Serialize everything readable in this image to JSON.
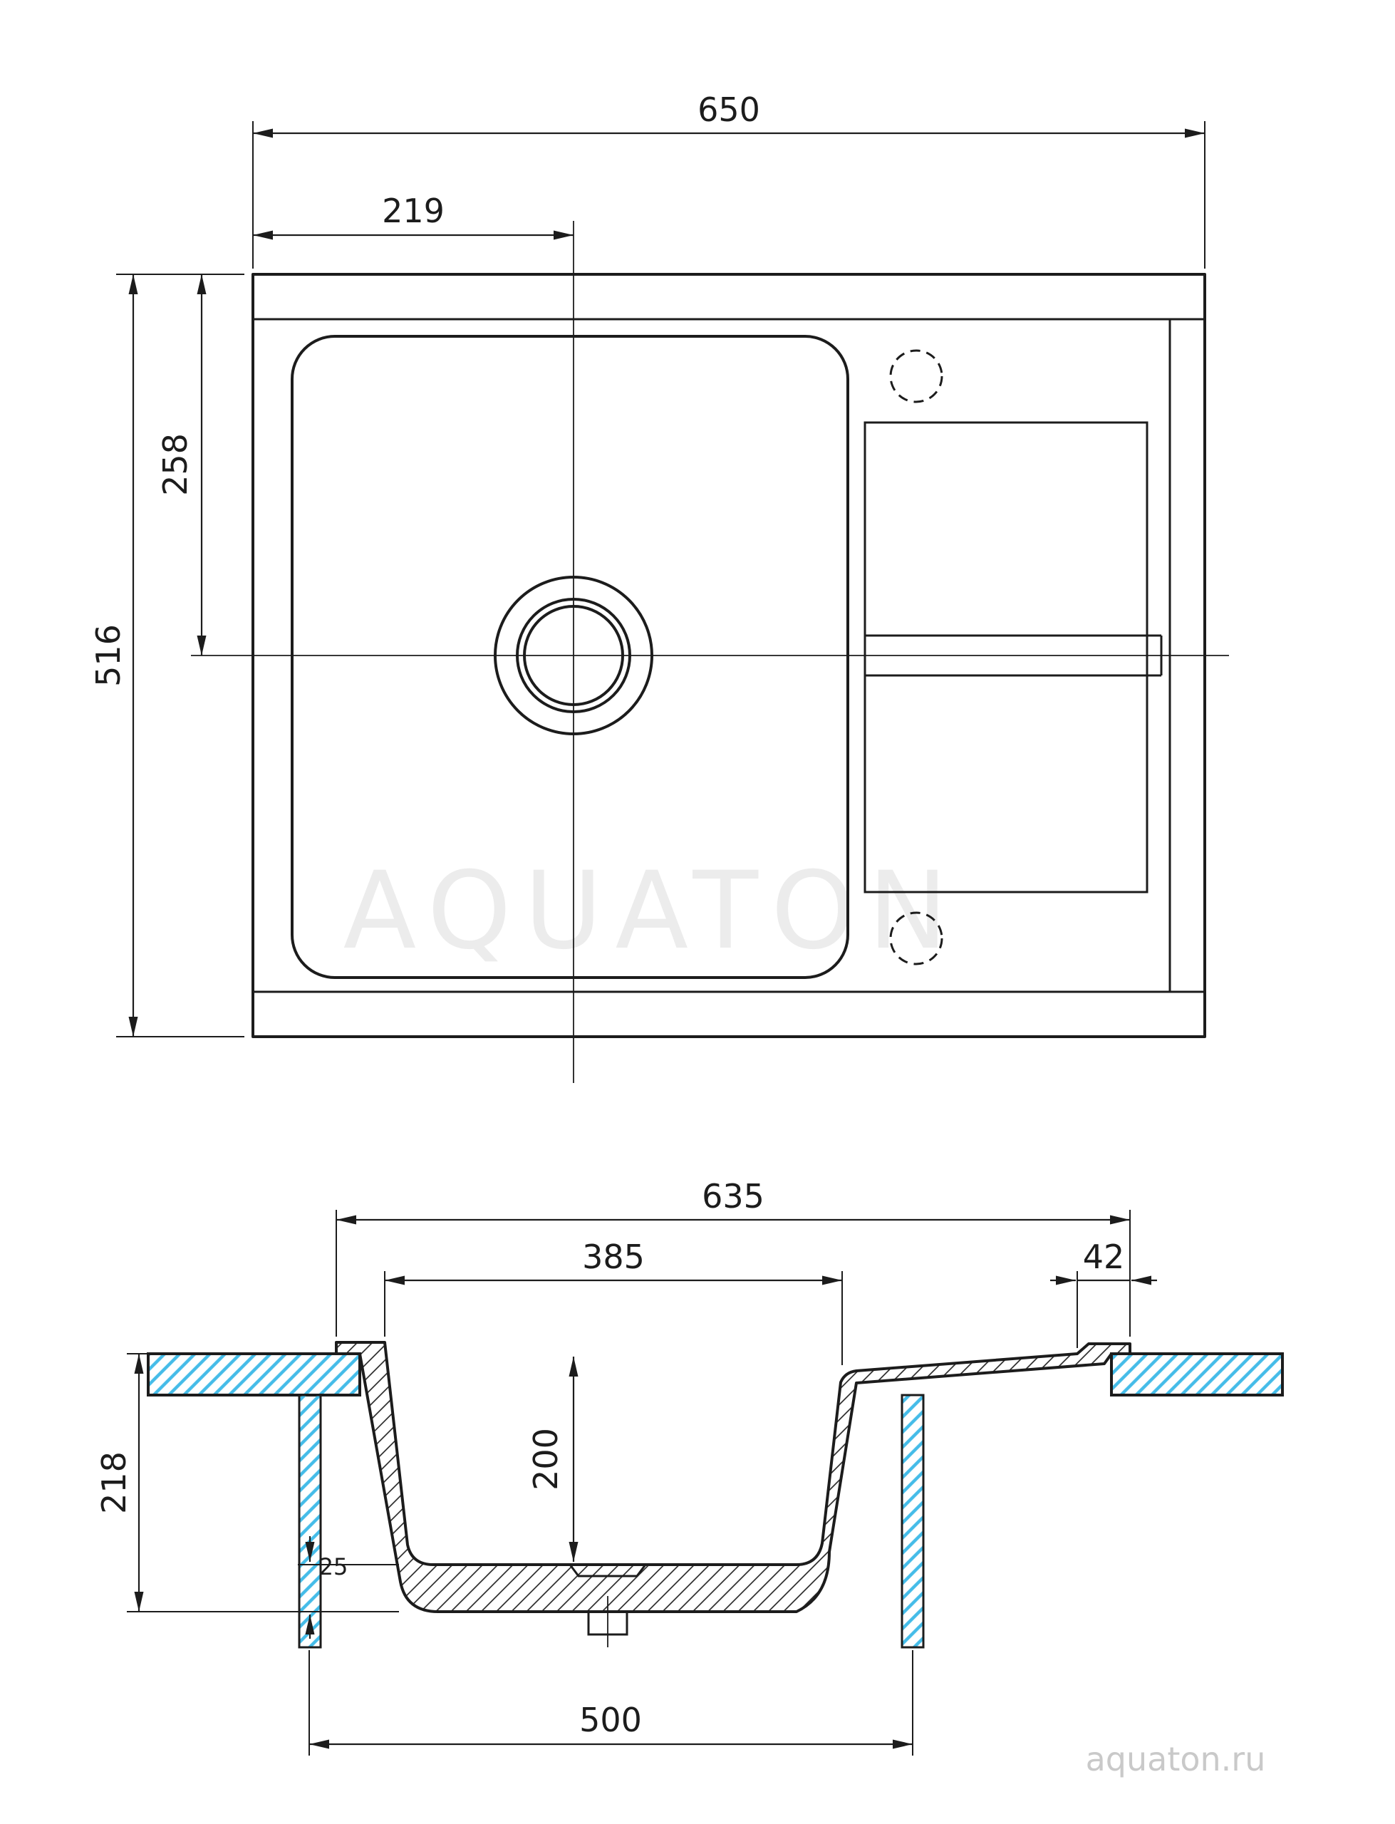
{
  "meta": {
    "background": "#ffffff",
    "line_color": "#1c1c1c",
    "hatch_blue": "#45bce8",
    "watermark_color": "#ececec",
    "site_color": "#c9c9c9"
  },
  "watermarks": {
    "brand": "AQUATON",
    "site": "aquaton.ru"
  },
  "top_view": {
    "dims": {
      "total_width": "650",
      "drain_offset_x": "219",
      "drain_offset_y": "258",
      "total_depth": "516"
    }
  },
  "section_view": {
    "dims": {
      "outer_width": "635",
      "bowl_inner_width": "385",
      "edge_lip": "42",
      "total_height": "218",
      "bowl_depth": "200",
      "bottom_thickness": "25",
      "mount_width": "500"
    }
  }
}
